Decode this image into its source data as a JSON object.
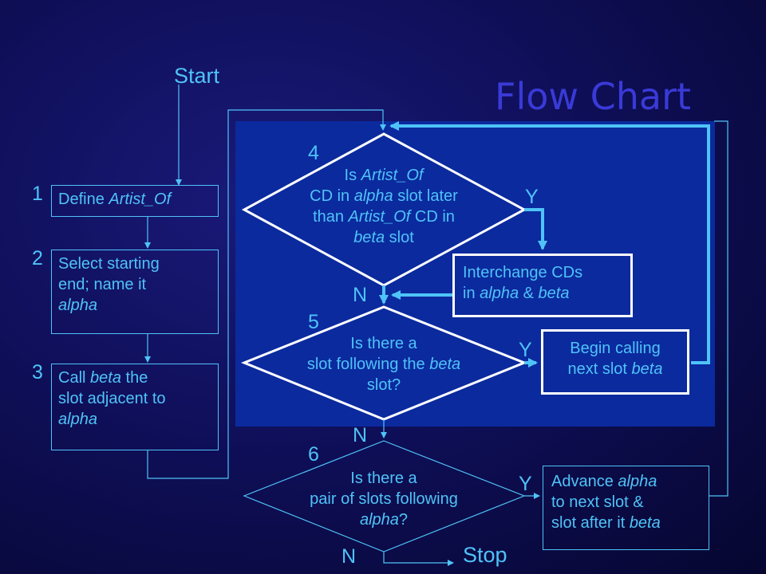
{
  "title": "Flow Chart",
  "start_label": "Start",
  "stop_label": "Stop",
  "steps": {
    "s1": {
      "num": "1",
      "parts": [
        "Define ",
        "Artist_Of"
      ]
    },
    "s2": {
      "num": "2",
      "line1": "Select starting",
      "line2": "end; name it",
      "line3": "alpha"
    },
    "s3": {
      "num": "3",
      "l1a": "Call ",
      "l1b": "beta",
      "l1c": " the",
      "line2": "slot adjacent to",
      "line3": "alpha"
    }
  },
  "decisions": {
    "d4": {
      "num": "4",
      "l1a": "Is ",
      "l1b": "Artist_Of",
      "l2a": "CD in ",
      "l2b": "alpha",
      "l2c": " slot later",
      "l3a": "than ",
      "l3b": "Artist_Of",
      "l3c": " CD in",
      "l4a": "beta",
      "l4b": " slot"
    },
    "d5": {
      "num": "5",
      "line1": "Is there a",
      "l2a": "slot following the ",
      "l2b": "beta",
      "line3": "slot?"
    },
    "d6": {
      "num": "6",
      "line1": "Is there a",
      "line2": "pair of slots following",
      "l3a": "alpha",
      "l3b": "?"
    }
  },
  "actions": {
    "interchange": {
      "line1": "Interchange CDs",
      "l2a": "in ",
      "l2b": "alpha",
      "l2c": " & ",
      "l2d": "beta"
    },
    "begin_calling": {
      "line1": "Begin calling",
      "l2a": "next slot ",
      "l2b": "beta"
    },
    "advance": {
      "l1a": "Advance ",
      "l1b": "alpha",
      "line2": "to next slot &",
      "l3a": "slot after it ",
      "l3b": "beta"
    }
  },
  "branch_labels": {
    "yes": "Y",
    "no": "N"
  }
}
